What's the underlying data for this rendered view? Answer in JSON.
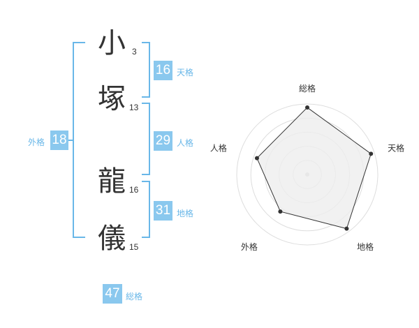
{
  "name": {
    "chars": [
      {
        "char": "小",
        "strokes": "3"
      },
      {
        "char": "塚",
        "strokes": "13"
      },
      {
        "char": "龍",
        "strokes": "16"
      },
      {
        "char": "儀",
        "strokes": "15"
      }
    ]
  },
  "fortunes": {
    "tenkaku": {
      "value": "16",
      "label": "天格"
    },
    "jinkaku": {
      "value": "29",
      "label": "人格"
    },
    "chikaku": {
      "value": "31",
      "label": "地格"
    },
    "gaikaku": {
      "value": "18",
      "label": "外格"
    },
    "soukaku": {
      "value": "47",
      "label": "総格"
    }
  },
  "colors": {
    "bracket": "#69b7e8",
    "badge": "#8ac8ee",
    "radar_fill": "#eeeeee",
    "radar_line": "#333333"
  },
  "chart_data": {
    "type": "radar",
    "axes": [
      "総格",
      "天格",
      "地格",
      "外格",
      "人格"
    ],
    "values": [
      0.95,
      0.95,
      0.95,
      0.65,
      0.75
    ],
    "scale": [
      0,
      1
    ],
    "rings": 5,
    "grid": true
  }
}
